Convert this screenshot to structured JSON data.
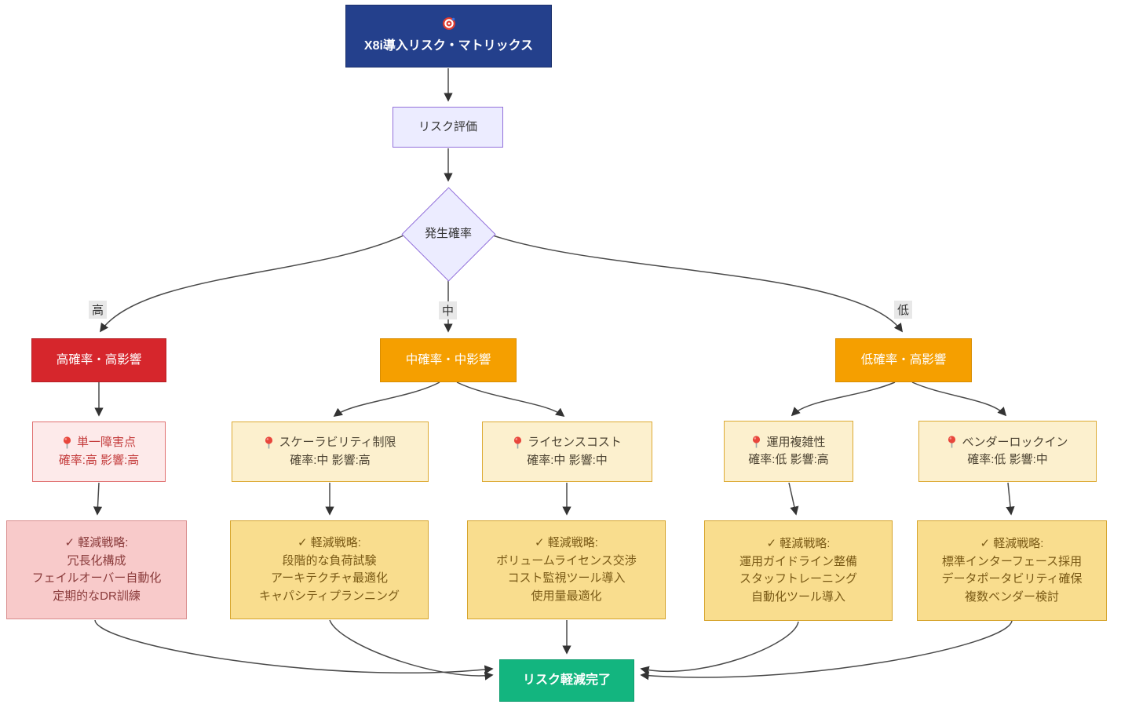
{
  "diagram": {
    "title": {
      "icon": "target-icon",
      "label": "X8i導入リスク・マトリックス"
    },
    "assessment_label": "リスク評価",
    "decision_label": "発生確率",
    "edge_labels": {
      "high": "高",
      "medium": "中",
      "low": "低"
    },
    "categories": [
      {
        "label": "高確率・高影響"
      },
      {
        "label": "中確率・中影響"
      },
      {
        "label": "低確率・高影響"
      }
    ],
    "risks": [
      {
        "icon": "pushpin-icon",
        "title": "単一障害点",
        "detail": "確率:高 影響:高"
      },
      {
        "icon": "pushpin-icon",
        "title": "スケーラビリティ制限",
        "detail": "確率:中 影響:高"
      },
      {
        "icon": "pushpin-icon",
        "title": "ライセンスコスト",
        "detail": "確率:中 影響:中"
      },
      {
        "icon": "pushpin-icon",
        "title": "運用複雑性",
        "detail": "確率:低 影響:高"
      },
      {
        "icon": "pushpin-icon",
        "title": "ベンダーロックイン",
        "detail": "確率:低 影響:中"
      }
    ],
    "mitigations": [
      {
        "header": "✓ 軽減戦略:",
        "items": [
          "冗長化構成",
          "フェイルオーバー自動化",
          "定期的なDR訓練"
        ]
      },
      {
        "header": "✓ 軽減戦略:",
        "items": [
          "段階的な負荷試験",
          "アーキテクチャ最適化",
          "キャパシティプランニング"
        ]
      },
      {
        "header": "✓ 軽減戦略:",
        "items": [
          "ボリュームライセンス交渉",
          "コスト監視ツール導入",
          "使用量最適化"
        ]
      },
      {
        "header": "✓ 軽減戦略:",
        "items": [
          "運用ガイドライン整備",
          "スタッフトレーニング",
          "自動化ツール導入"
        ]
      },
      {
        "header": "✓ 軽減戦略:",
        "items": [
          "標準インターフェース採用",
          "データポータビリティ確保",
          "複数ベンダー検討"
        ]
      }
    ],
    "completion_label": "リスク軽減完了",
    "colors": {
      "title_bg": "#24408c",
      "high_risk_red": "#d6262c",
      "category_orange": "#f59f00",
      "decision_lavender": "#ECECFF",
      "decision_border": "#9370DB",
      "risk_pink_fill": "#fdeaea",
      "mitigation_pink_fill": "#f8caca",
      "risk_yellow_fill": "#fcf0ce",
      "mitigation_yellow_fill": "#f9dd8e",
      "completion_green": "#13b57f",
      "edge_stroke": "#4a4a4a"
    }
  }
}
